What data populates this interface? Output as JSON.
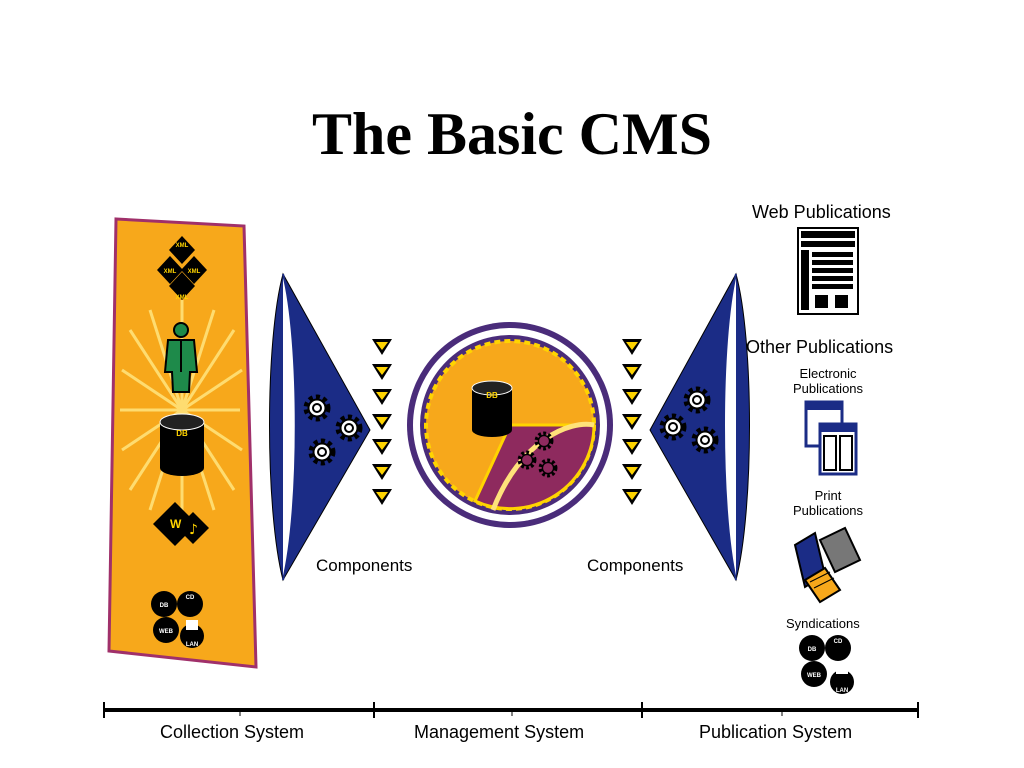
{
  "title": "The Basic CMS",
  "components": {
    "left": "Components",
    "right": "Components"
  },
  "db_label": "DB",
  "xml_label": "XML",
  "publications": {
    "web": "Web Publications",
    "other": "Other Publications",
    "electronic": "Electronic Publications",
    "print": "Print Publications",
    "syndications": "Syndications"
  },
  "source_icons": {
    "db": "DB",
    "cd": "CD",
    "web": "WEB",
    "lan": "LAN"
  },
  "systems": {
    "collection": "Collection System",
    "management": "Management System",
    "publication": "Publication System"
  },
  "colors": {
    "orange": "#F7A81B",
    "yellow": "#FFD400",
    "navy": "#1B2C86",
    "purple": "#4A2C7A",
    "magenta": "#8E2A5E",
    "green": "#1E8A4A"
  }
}
